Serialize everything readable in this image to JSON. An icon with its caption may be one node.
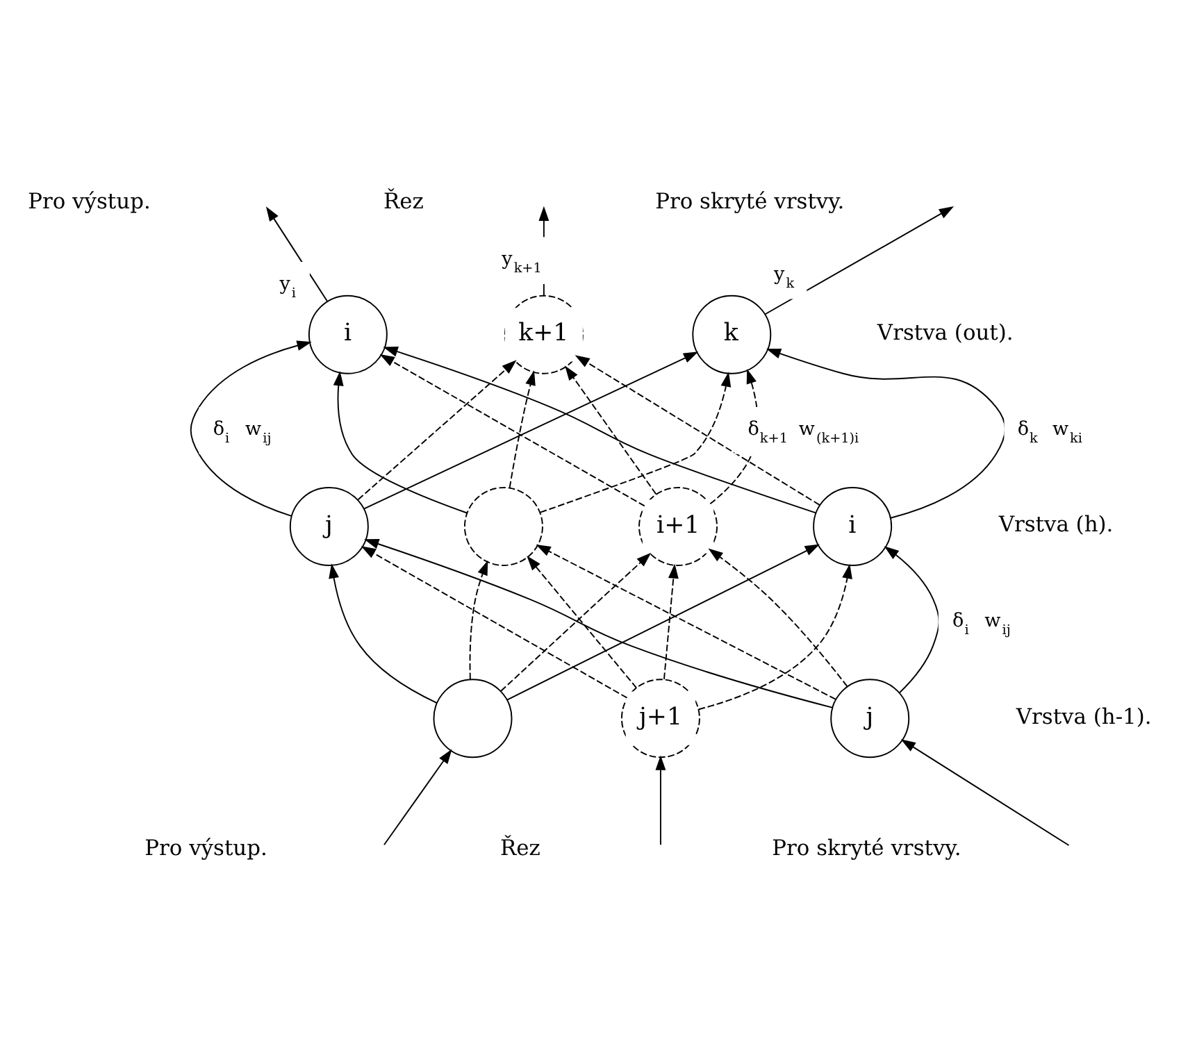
{
  "diagram": {
    "nodes": [
      {
        "text": [
          "i"
        ]
      },
      {
        "text": [
          "k+1"
        ]
      },
      {
        "text": [
          "k"
        ]
      },
      {
        "text": [
          "j"
        ]
      },
      {
        "text": [],
        "shape": "circle"
      },
      {
        "text": [
          "i+1"
        ]
      },
      {
        "text": [
          "i"
        ]
      },
      {
        "text": [],
        "shape": "circle"
      },
      {
        "text": [
          "j+1"
        ]
      },
      {
        "text": [
          "j"
        ]
      }
    ],
    "edges": [
      {
        "from": 3,
        "to": 0,
        "arrow": "to",
        "label": "δ$_{i}$ w$_{ij}$"
      },
      {
        "from": 3,
        "to": 1,
        "arrow": "to",
        "style": "dashed"
      },
      {
        "from": 3,
        "to": 2,
        "arrow": "to"
      },
      {
        "from": 4,
        "to": 0,
        "arrow": "to"
      },
      {
        "from": 4,
        "to": 1,
        "arrow": "to",
        "style": "dashed"
      },
      {
        "from": 4,
        "to": 2,
        "arrow": "to",
        "style": "dashed"
      },
      {
        "from": 5,
        "to": 0,
        "arrow": "to",
        "style": "dashed"
      },
      {
        "from": 5,
        "to": 1,
        "arrow": "to",
        "style": "dashed"
      },
      {
        "from": 5,
        "to": 2,
        "arrow": "to",
        "style": "dashed"
      },
      {
        "from": 6,
        "to": 0,
        "arrow": "to"
      },
      {
        "from": 6,
        "to": 1,
        "arrow": "to",
        "style": "dashed",
        "label": "δ$_{k+1}$ w$_{(k+1)i}$"
      },
      {
        "from": 6,
        "to": 2,
        "arrow": "to",
        "label": "δ$_{k}$ w$_{ki}$"
      },
      {
        "from": 7,
        "to": 3,
        "arrow": "to"
      },
      {
        "from": 7,
        "to": 4,
        "arrow": "to",
        "style": "dashed"
      },
      {
        "from": 7,
        "to": 5,
        "arrow": "to",
        "style": "dashed"
      },
      {
        "from": 7,
        "to": 6,
        "arrow": "to"
      },
      {
        "from": 8,
        "to": 3,
        "arrow": "to",
        "style": "dashed"
      },
      {
        "from": 8,
        "to": 4,
        "arrow": "to",
        "style": "dashed"
      },
      {
        "from": 8,
        "to": 5,
        "arrow": "to",
        "style": "dashed"
      },
      {
        "from": 8,
        "to": 6,
        "arrow": "to",
        "style": "dashed"
      },
      {
        "from": 9,
        "to": 3,
        "arrow": "to"
      },
      {
        "from": 9,
        "to": 4,
        "arrow": "to",
        "style": "dashed"
      },
      {
        "from": 9,
        "to": 5,
        "arrow": "to",
        "style": "dashed"
      },
      {
        "from": 9,
        "to": 6,
        "arrow": "to",
        "label": "δ$_{i}$ w$_{ij}$"
      },
      {
        "from": 0,
        "to": null,
        "arrow": "to",
        "label": "y$_{i}$"
      },
      {
        "from": 1,
        "to": null,
        "arrow": "to",
        "label": "y$_{k+1}$"
      },
      {
        "from": 2,
        "to": null,
        "arrow": "to",
        "label": "y$_{k}$"
      },
      {
        "from": null,
        "to": 7,
        "arrow": "to"
      },
      {
        "from": null,
        "to": 8,
        "arrow": "to"
      },
      {
        "from": null,
        "to": 9,
        "arrow": "to"
      }
    ],
    "labels": [
      "Pro výstup.",
      "Řez",
      "Pro skryté vrstvy.",
      "Vrstva (out).",
      "Vrstva (h).",
      "Vrstva (h-1).",
      "Pro výstup.",
      "Řez",
      "Pro skryté vrstvy."
    ]
  }
}
